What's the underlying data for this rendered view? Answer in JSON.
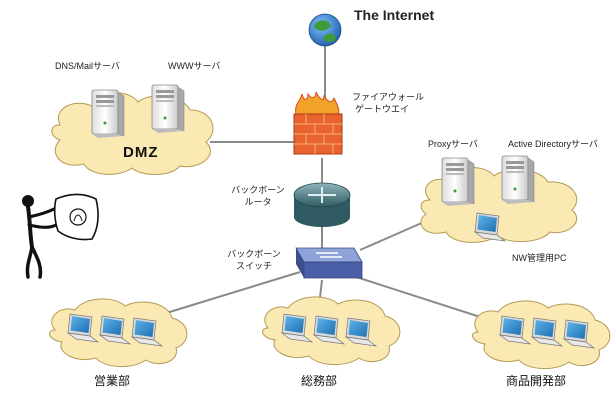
{
  "labels": {
    "internet": "The Internet",
    "dns_mail": "DNS/Mailサーバ",
    "www": "WWWサーバ",
    "dmz": "DMZ",
    "firewall_1": "ファイアウォール",
    "firewall_2": "ゲートウエイ",
    "proxy": "Proxyサーバ",
    "active_directory": "Active Directoryサーバ",
    "router_1": "バックボーン",
    "router_2": "ルータ",
    "switch_1": "バックボーン",
    "switch_2": "スイッチ",
    "nw_admin_pc": "NW管理用PC",
    "dept_sales": "営業部",
    "dept_general": "総務部",
    "dept_product_dev": "商品開発部"
  },
  "colors": {
    "line": "#8a8a8a",
    "cloud_fill": "#fbe9b4",
    "cloud_stroke": "#b39a55",
    "firewall_red": "#e0532a",
    "firewall_brick": "#f08a3c",
    "router_teal": "#3f6b72",
    "switch_blue": "#4a5fa8",
    "laptop_screen": "#2a86c8",
    "globe_blue": "#2c6fb5",
    "globe_green": "#3f9a3a"
  },
  "icons": [
    "globe-icon",
    "firewall-icon",
    "router-icon",
    "switch-icon",
    "server-icon",
    "laptop-icon",
    "person-icon"
  ]
}
